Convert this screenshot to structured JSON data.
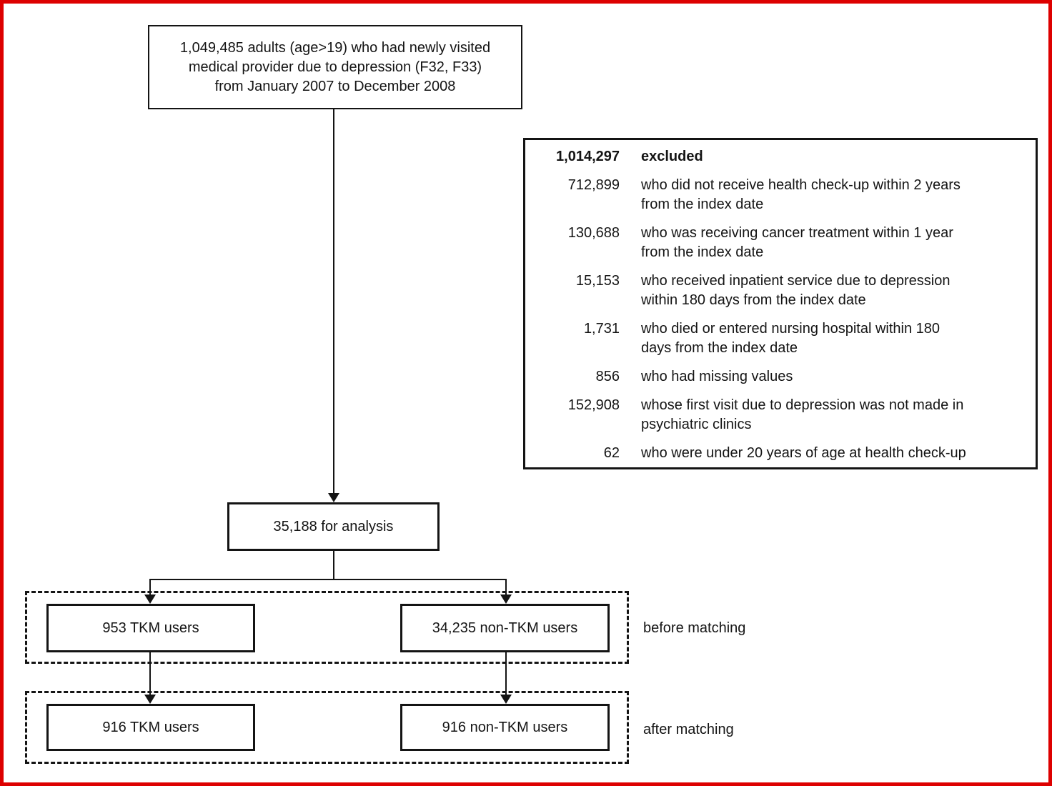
{
  "colors": {
    "frame": "#dd0000",
    "ink": "#141414",
    "paper": "#ffffff"
  },
  "top_box": {
    "text": "1,049,485 adults (age>19) who had newly visited\nmedical provider due to depression (F32, F33)\nfrom January 2007 to December 2008"
  },
  "excluded_box": {
    "header_count": "1,014,297",
    "header_label": "excluded",
    "rows": [
      {
        "count": "712,899",
        "text": "who did not receive health check-up within 2 years\nfrom the index date"
      },
      {
        "count": "130,688",
        "text": "who was receiving cancer treatment within 1 year\nfrom the index date"
      },
      {
        "count": "15,153",
        "text": "who received inpatient service due to depression\nwithin 180 days from the index date"
      },
      {
        "count": "1,731",
        "text": "who died or entered nursing hospital within 180\ndays from the index date"
      },
      {
        "count": "856",
        "text": "who had missing values"
      },
      {
        "count": "152,908",
        "text": "whose first visit due to depression was not made in\npsychiatric clinics"
      },
      {
        "count": "62",
        "text": "who were under 20 years of age at health check-up"
      }
    ]
  },
  "analysis_box": {
    "text": "35,188 for analysis"
  },
  "before_matching": {
    "tkm_box": "953 TKM users",
    "non_tkm_box": "34,235 non-TKM users",
    "label": "before matching"
  },
  "after_matching": {
    "tkm_box": "916 TKM users",
    "non_tkm_box": "916 non-TKM users",
    "label": "after matching"
  }
}
